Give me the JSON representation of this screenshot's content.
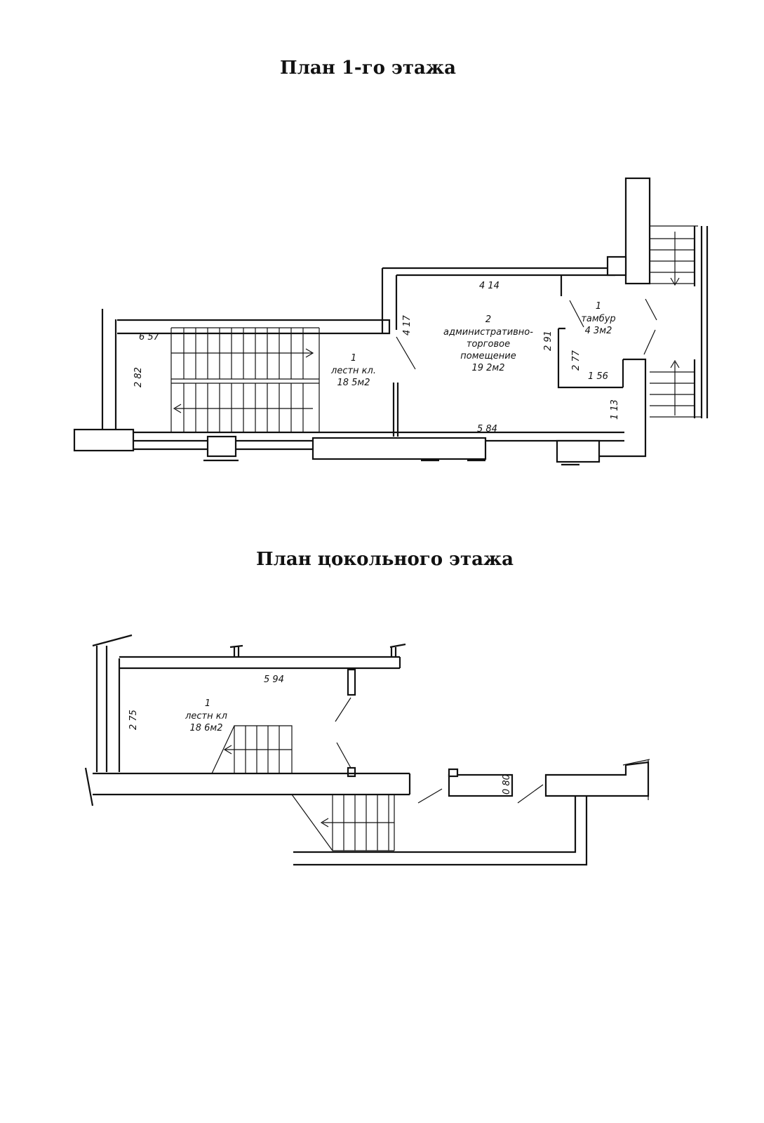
{
  "titles": {
    "floor1": "План 1-го этажа",
    "basement": "План цокольного этажа"
  },
  "floor1": {
    "rooms": [
      {
        "num": "1",
        "name": "лестн кл.",
        "area": "18 5м2"
      },
      {
        "num": "2",
        "name_line1": "административно-",
        "name_line2": "торговое",
        "name_line3": "помещение",
        "area": "19 2м2"
      },
      {
        "num": "1",
        "name": "тамбур",
        "area": "4 3м2"
      }
    ],
    "dimensions": {
      "d657": "6 57",
      "d282": "2 82",
      "d414": "4 14",
      "d417": "4 17",
      "d291": "2 91",
      "d277": "2 77",
      "d156": "1 56",
      "d113": "1 13",
      "d584": "5 84"
    }
  },
  "basement": {
    "room": {
      "num": "1",
      "name": "лестн кл",
      "area": "18 6м2"
    },
    "dimensions": {
      "d594": "5 94",
      "d275": "2 75",
      "d080": "0 80"
    }
  }
}
